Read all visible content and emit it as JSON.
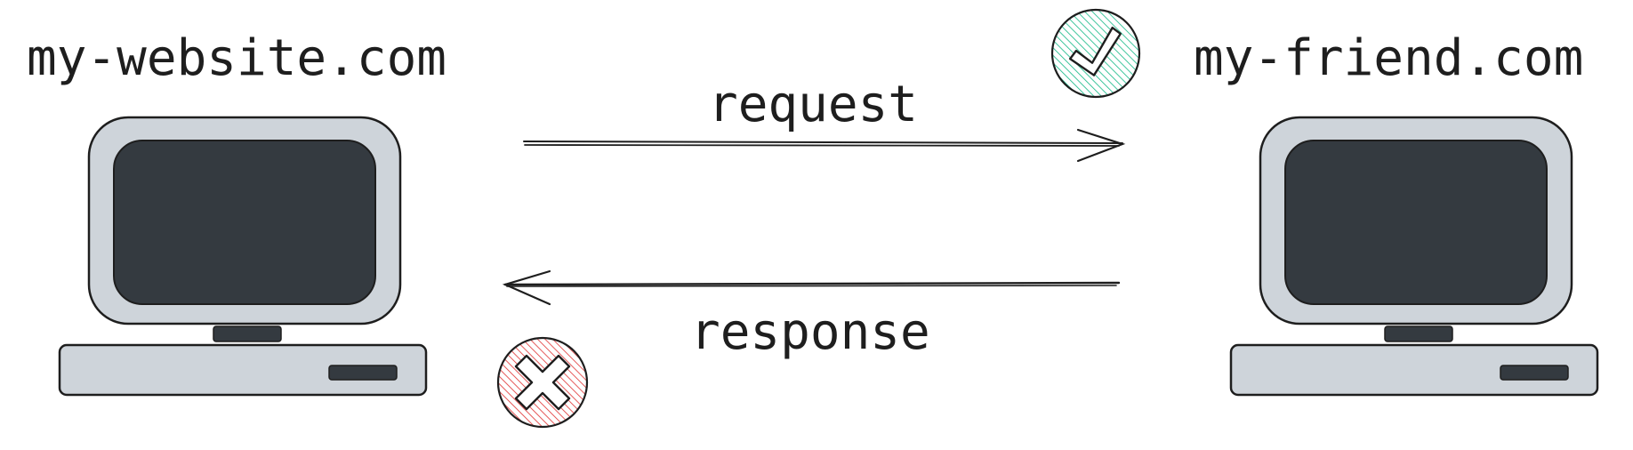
{
  "diagram": {
    "left_host": {
      "label": "my-website.com",
      "icon": "computer-icon"
    },
    "right_host": {
      "label": "my-friend.com",
      "icon": "computer-icon"
    },
    "request": {
      "label": "request",
      "direction": "left-to-right",
      "status_icon": "checkmark-icon",
      "status_color": "#12b886"
    },
    "response": {
      "label": "response",
      "direction": "right-to-left",
      "status_icon": "cross-icon",
      "status_color": "#e03131"
    },
    "colors": {
      "computer_body": "#ced4da",
      "computer_screen": "#343a40",
      "stroke": "#1e1e1e"
    }
  }
}
